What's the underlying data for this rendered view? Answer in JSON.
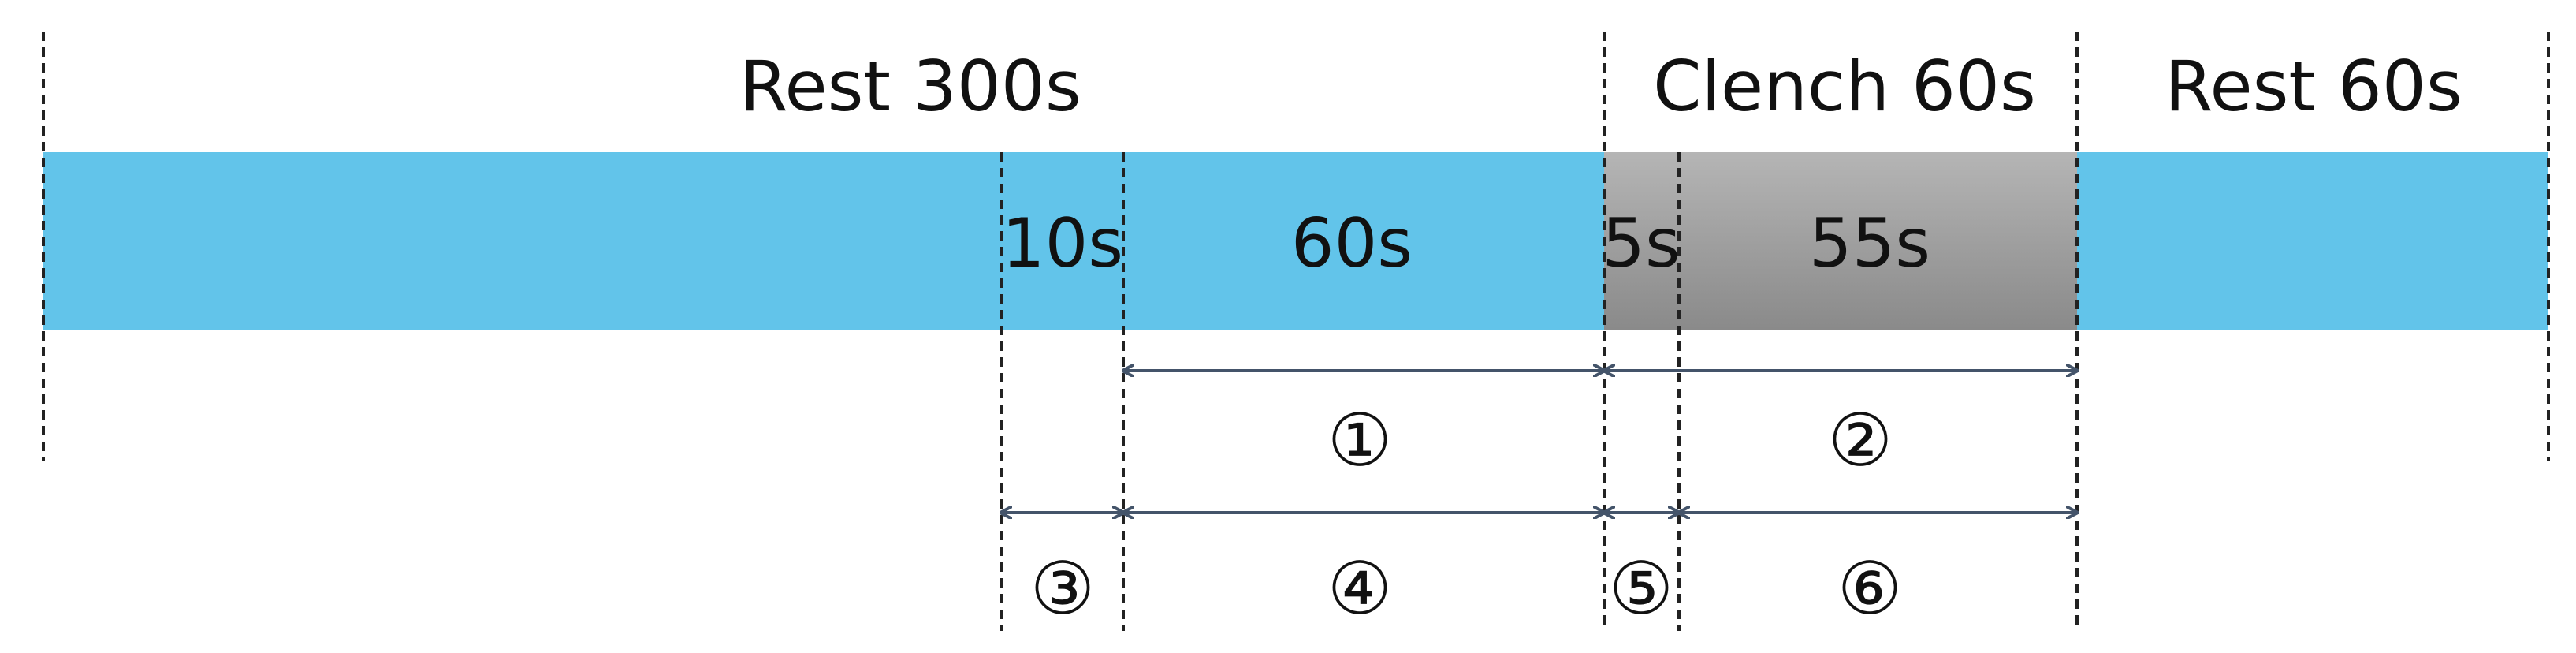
{
  "phases": [
    {
      "label": "Rest 300s"
    },
    {
      "label": "Clench 60s"
    },
    {
      "label": "Rest 60s"
    }
  ],
  "segments": [
    {
      "label": "10s"
    },
    {
      "label": "60s"
    },
    {
      "label": "5s"
    },
    {
      "label": "55s"
    }
  ],
  "intervals": [
    {
      "label": "①"
    },
    {
      "label": "②"
    },
    {
      "label": "③"
    },
    {
      "label": "④"
    },
    {
      "label": "⑤"
    },
    {
      "label": "⑥"
    }
  ],
  "colors": {
    "rest_bar": "#62c4ea",
    "clench_top": "#b5b5b5",
    "clench_bottom": "#8a8a8a",
    "arrow": "#44546a"
  }
}
